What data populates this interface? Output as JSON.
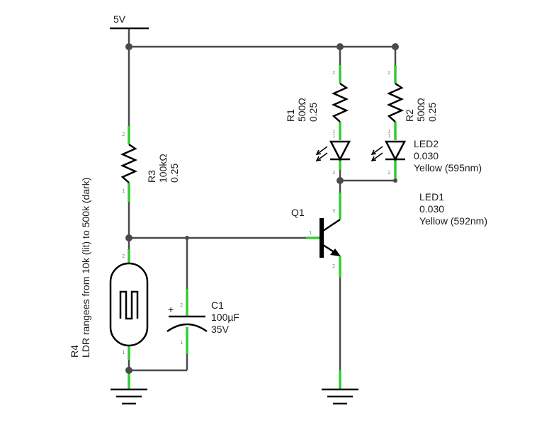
{
  "supply": {
    "label": "5V"
  },
  "r1": {
    "ref": "R1",
    "value": "500Ω",
    "power": "0.25"
  },
  "r2": {
    "ref": "R2",
    "value": "500Ω",
    "power": "0.25"
  },
  "r3": {
    "ref": "R3",
    "value": "100kΩ",
    "power": "0.25"
  },
  "r4": {
    "ref": "R4",
    "note": "LDR rangees from 10k (lit) to 500k (dark)"
  },
  "led1": {
    "ref": "LED1",
    "value": "0.030",
    "color": "Yellow (592nm)"
  },
  "led2": {
    "ref": "LED2",
    "value": "0.030",
    "color": "Yellow (595nm)"
  },
  "c1": {
    "ref": "C1",
    "value": "100µF",
    "voltage": "35V"
  },
  "q1": {
    "ref": "Q1"
  },
  "pins": {
    "p1": "1",
    "p2": "2",
    "p3": "3"
  },
  "colors": {
    "wire": "#4a4a4a",
    "lead": "#33cc33",
    "symbol": "#000000",
    "pin_text": "#888888"
  }
}
